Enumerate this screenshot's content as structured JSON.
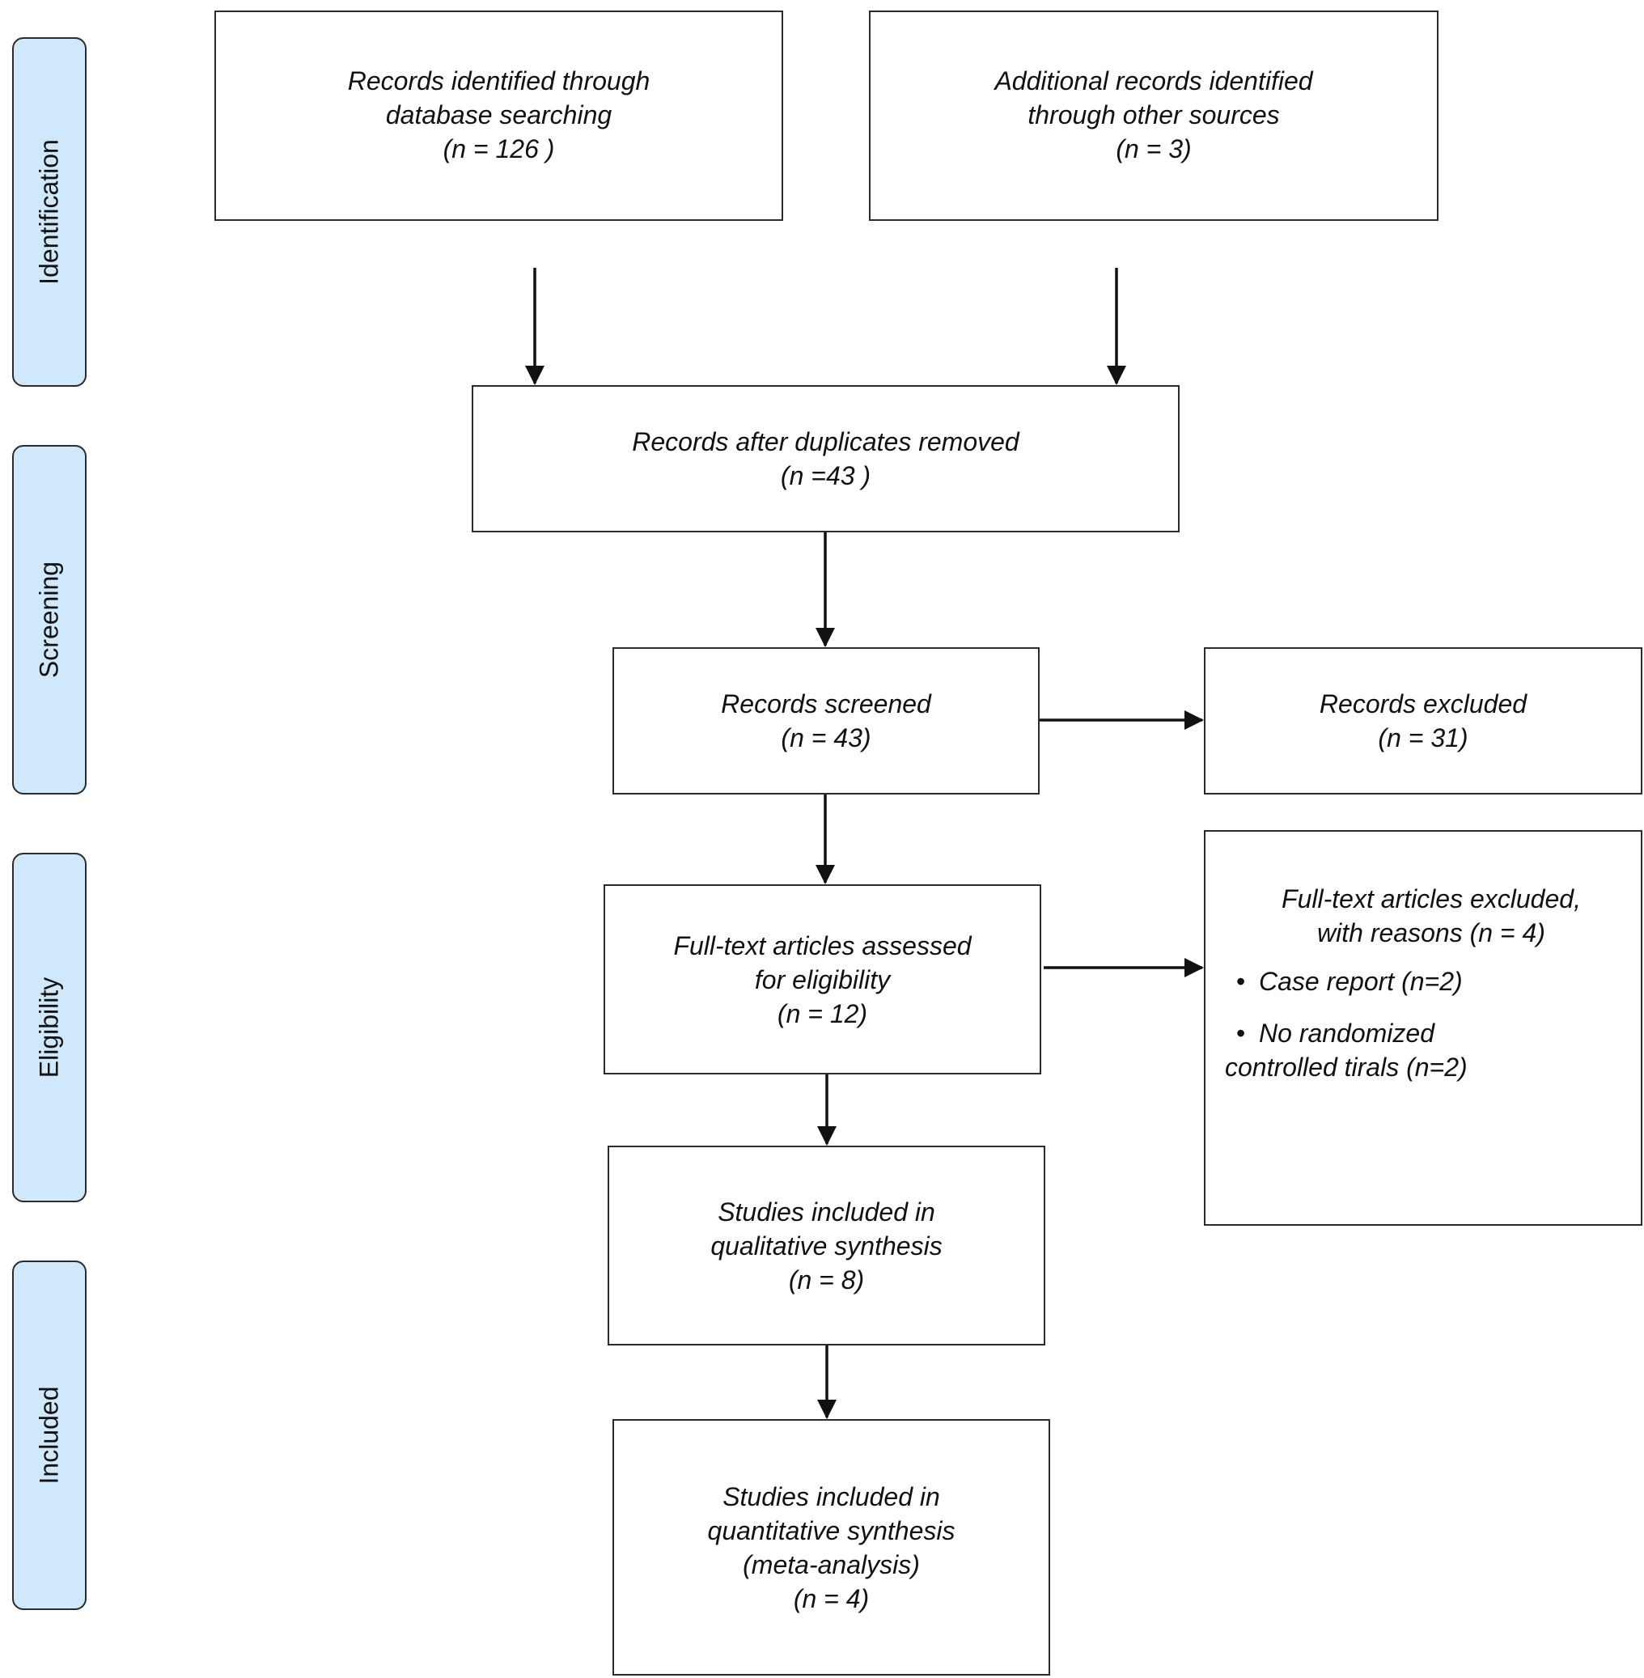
{
  "phases": {
    "identification": "Identification",
    "screening": "Screening",
    "eligibility": "Eligibility",
    "included": "Included"
  },
  "boxes": {
    "database_search": {
      "line1": "Records identified through",
      "line2": "database searching",
      "line3": "(n = 126 )"
    },
    "other_sources": {
      "line1": "Additional records identified",
      "line2": "through other sources",
      "line3": "(n = 3)"
    },
    "after_duplicates": {
      "line1": "Records after duplicates removed",
      "line2": "(n =43 )"
    },
    "screened": {
      "line1": "Records screened",
      "line2": "(n = 43)"
    },
    "excluded": {
      "line1": "Records excluded",
      "line2": "(n = 31)"
    },
    "fulltext_assessed": {
      "line1": "Full-text articles assessed",
      "line2": "for eligibility",
      "line3": "(n = 12)"
    },
    "fulltext_excluded": {
      "line1": "Full-text articles excluded,",
      "line2": "with reasons (n = 4)",
      "reason1": "Case report (n=2)",
      "reason2a": "No randomized",
      "reason2b": "controlled tirals (n=2)"
    },
    "qualitative": {
      "line1": "Studies included in",
      "line2": "qualitative synthesis",
      "line3": "(n = 8)"
    },
    "quantitative": {
      "line1": "Studies included in",
      "line2": "quantitative synthesis",
      "line3": "(meta-analysis)",
      "line4": "(n = 4)"
    }
  },
  "colors": {
    "phase_fill": "#cfe8fb",
    "line": "#111111"
  }
}
